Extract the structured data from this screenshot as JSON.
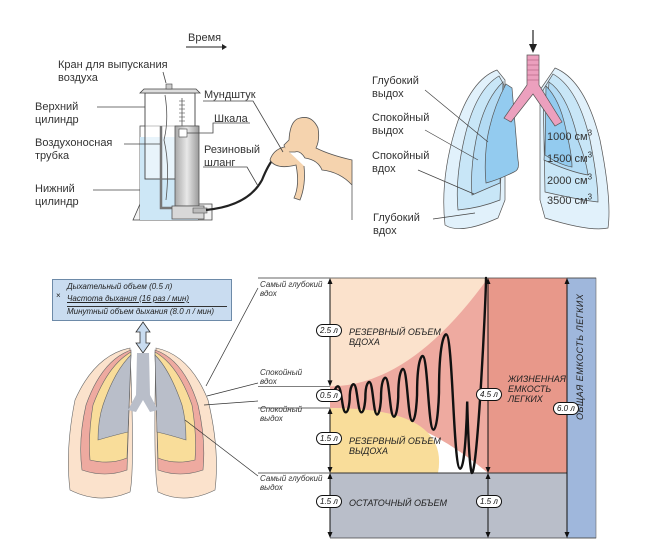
{
  "spirometer": {
    "time_label": "Время",
    "labels": {
      "valve": [
        "Кран для выпускания",
        "воздуха"
      ],
      "upper_cylinder": [
        "Верхний",
        "цилиндр"
      ],
      "air_tube": [
        "Воздухоносная",
        "трубка"
      ],
      "lower_cylinder": [
        "Нижний",
        "цилиндр"
      ],
      "mouthpiece": "Мундштук",
      "scale": "Шкала",
      "hose": [
        "Резиновый",
        "шланг"
      ]
    }
  },
  "lung_volumes": {
    "labels": {
      "deep_exhale": [
        "Глубокий",
        "выдох"
      ],
      "calm_exhale": [
        "Спокойный",
        "выдох"
      ],
      "calm_inhale": [
        "Спокойный",
        "вдох"
      ],
      "deep_inhale": [
        "Глубокий",
        "вдох"
      ]
    },
    "volumes": [
      {
        "value": "1000",
        "unit": "см",
        "exp": "3"
      },
      {
        "value": "1500",
        "unit": "см",
        "exp": "3"
      },
      {
        "value": "2000",
        "unit": "см",
        "exp": "3"
      },
      {
        "value": "3500",
        "unit": "см",
        "exp": "3"
      }
    ]
  },
  "formula": {
    "multiply_sign": "×",
    "line1": "Дыхательный объем (0.5 л)",
    "line2": "Частота дыхания (16 раз / мин)",
    "result": "Минутный объем дыхания (8.0 л / мин)"
  },
  "chart_data": {
    "type": "area",
    "title": "",
    "levels": {
      "deepest_inhale": [
        "Самый глубокий",
        "вдох"
      ],
      "calm_inhale": [
        "Спокойный",
        "вдох"
      ],
      "calm_exhale": [
        "Спокойный",
        "выдох"
      ],
      "deepest_exhale": [
        "Самый глубокий",
        "выдох"
      ]
    },
    "ylim_liters": [
      0,
      6.0
    ],
    "segments": [
      {
        "name": "Резервный объем вдоха",
        "label": [
          "РЕЗЕРВНЫЙ ОБЪЕМ",
          "ВДОХА"
        ],
        "volume_l": 2.5,
        "value_label": "2.5 л",
        "from": 3.5,
        "to": 6.0,
        "color": "#fbe2cc"
      },
      {
        "name": "Дыхательный объем",
        "volume_l": 0.5,
        "value_label": "0.5 л",
        "from": 3.0,
        "to": 3.5,
        "color": "#eeaaa0"
      },
      {
        "name": "Резервный объем выдоха",
        "label": [
          "РЕЗЕРВНЫЙ ОБЪЕМ",
          "ВЫДОХА"
        ],
        "volume_l": 1.5,
        "value_label": "1.5 л",
        "from": 1.5,
        "to": 3.0,
        "color": "#f9dd9a"
      },
      {
        "name": "Остаточный объем",
        "label": [
          "ОСТАТОЧНЫЙ ОБЪЕМ"
        ],
        "volume_l": 1.5,
        "value_label": "1.5 л",
        "from": 0,
        "to": 1.5,
        "color": "#b9bec9"
      }
    ],
    "vital_capacity": {
      "label": [
        "ЖИЗНЕННАЯ",
        "ЕМКОСТЬ",
        "ЛЕГКИХ"
      ],
      "value_label": "4.5 л",
      "volume_l": 4.5,
      "color": "#e8988a"
    },
    "residual_right": {
      "value_label": "1.5 л",
      "volume_l": 1.5
    },
    "total_capacity": {
      "label": "ОБЩАЯ ЕМКОСТЬ ЛЕГКИХ",
      "value_label": "6.0 л",
      "volume_l": 6.0,
      "color": "#9fb7dc"
    },
    "trace": {
      "description": "spirogram: quiet breathing oscillations with growing amplitude, ending in maximal inhale",
      "cycles": [
        {
          "min": 2.9,
          "max": 3.5
        },
        {
          "min": 2.9,
          "max": 3.55
        },
        {
          "min": 2.85,
          "max": 3.6
        },
        {
          "min": 2.8,
          "max": 3.7
        },
        {
          "min": 2.7,
          "max": 3.9
        },
        {
          "min": 2.5,
          "max": 4.2
        },
        {
          "min": 1.6,
          "max": 4.7
        },
        {
          "min": 1.5,
          "max": 6.0
        }
      ]
    }
  }
}
